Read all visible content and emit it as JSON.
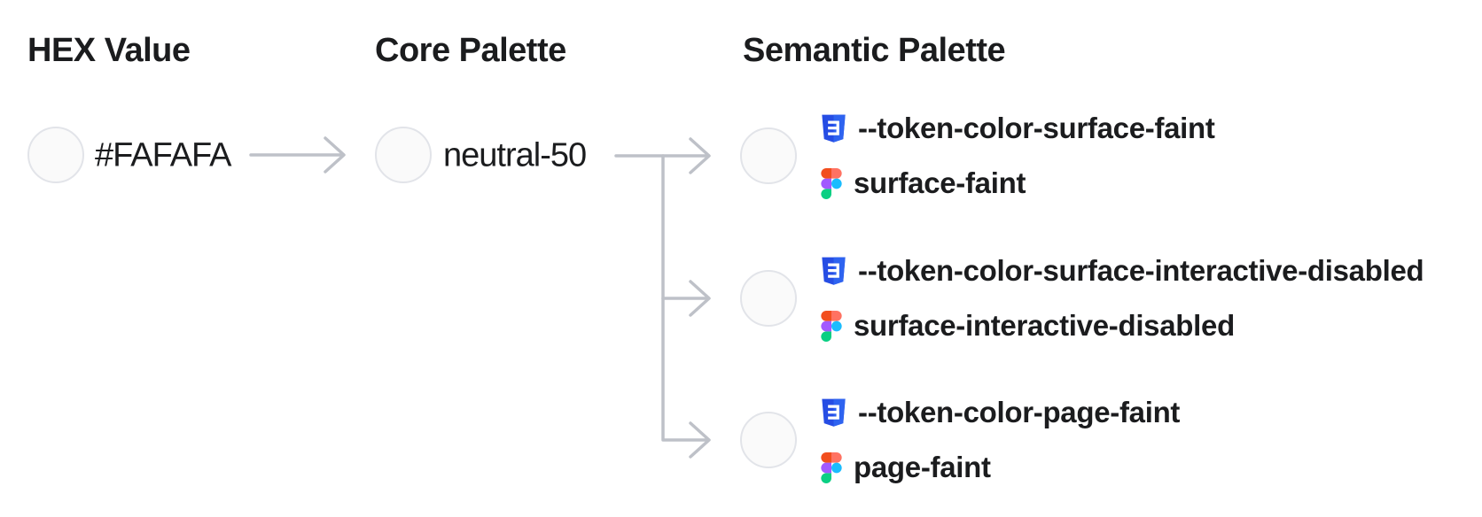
{
  "diagram": {
    "columns": {
      "hex": {
        "header": "HEX Value",
        "swatch": {
          "color": "#FAFAFA",
          "border": "#E2E4E9"
        },
        "label": "#FAFAFA"
      },
      "core": {
        "header": "Core Palette",
        "swatch": {
          "color": "#FAFAFA",
          "border": "#E2E4E9"
        },
        "label": "neutral-50"
      },
      "semantic": {
        "header": "Semantic Palette",
        "tokens": [
          {
            "css_variable": "--token-color-surface-faint",
            "figma_style": "surface-faint",
            "swatch": {
              "color": "#FAFAFA",
              "border": "#E2E4E9"
            }
          },
          {
            "css_variable": "--token-color-surface-interactive-disabled",
            "figma_style": "surface-interactive-disabled",
            "swatch": {
              "color": "#FAFAFA",
              "border": "#E2E4E9"
            }
          },
          {
            "css_variable": "--token-color-page-faint",
            "figma_style": "page-faint",
            "swatch": {
              "color": "#FAFAFA",
              "border": "#E2E4E9"
            }
          }
        ]
      }
    },
    "icons": {
      "css": "css-shield-icon",
      "figma": "figma-icon"
    },
    "colors": {
      "background": "#FFFFFF",
      "text": "#1B1C1E",
      "arrow": "#BEC1C8",
      "swatch_fill": "#FAFAFA",
      "swatch_border": "#E2E4E9",
      "css_icon_blue_dark": "#264DE4",
      "css_icon_blue_light": "#2E63F0",
      "figma_orange": "#F24E1E",
      "figma_salmon": "#FF7262",
      "figma_purple": "#A259FF",
      "figma_blue": "#1ABCFE",
      "figma_green": "#0ACF83"
    }
  }
}
